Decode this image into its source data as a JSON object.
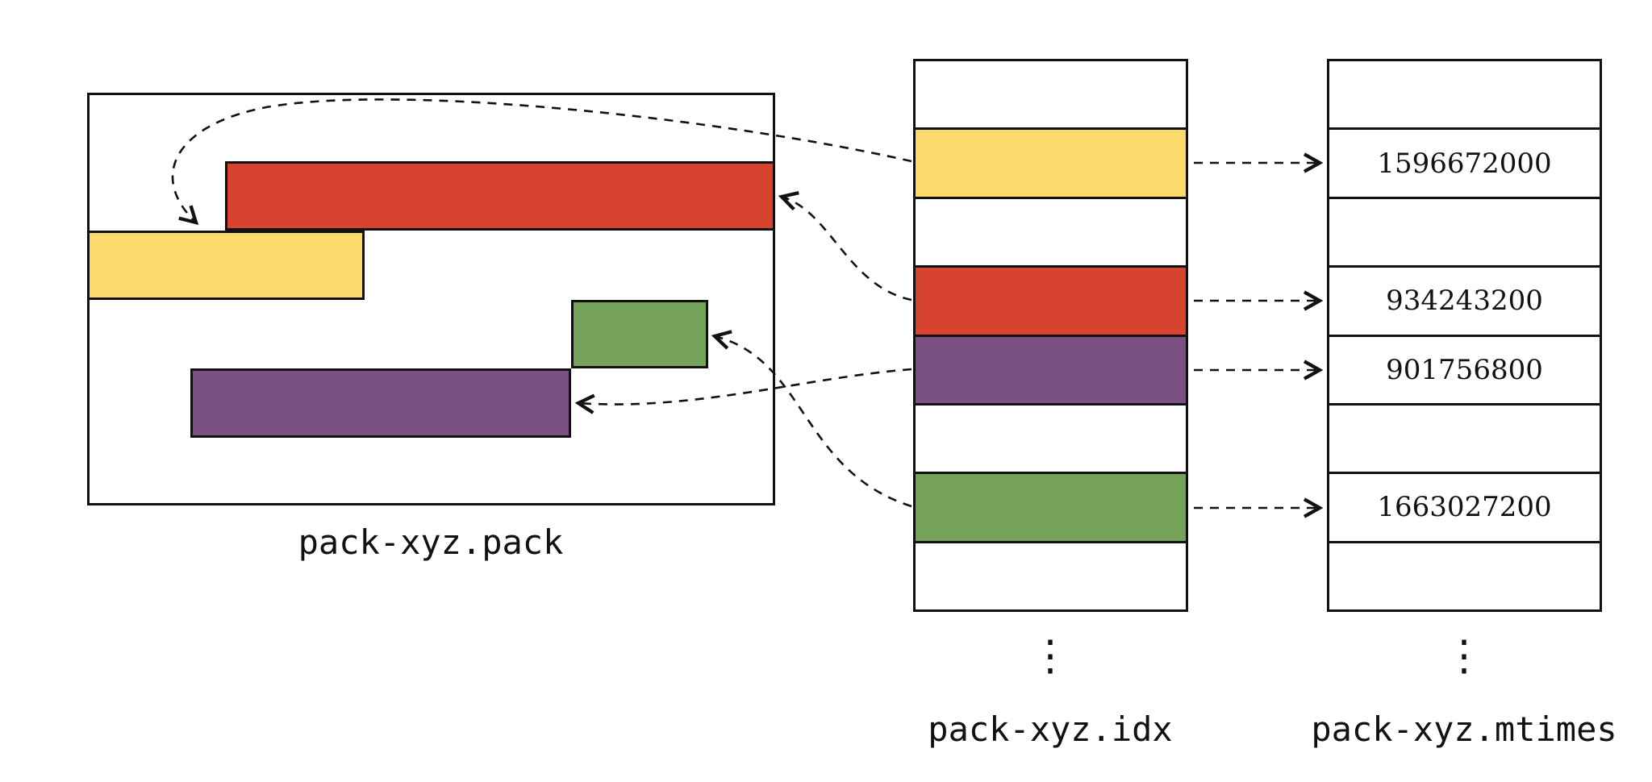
{
  "colors": {
    "yellow": "#FBD96B",
    "red": "#D8432F",
    "green": "#74A259",
    "purple": "#7A5083",
    "line": "#111111"
  },
  "pack": {
    "label": "pack-xyz.pack",
    "objects": [
      {
        "id": "red-object",
        "color": "#D8432F"
      },
      {
        "id": "yellow-object",
        "color": "#FBD96B"
      },
      {
        "id": "green-object",
        "color": "#74A259"
      },
      {
        "id": "purple-object",
        "color": "#7A5083"
      }
    ]
  },
  "idx": {
    "label": "pack-xyz.idx",
    "ellipsis": "⋮",
    "rows": [
      {
        "object": ""
      },
      {
        "object": "yellow"
      },
      {
        "object": ""
      },
      {
        "object": "red"
      },
      {
        "object": "purple"
      },
      {
        "object": ""
      },
      {
        "object": "green"
      },
      {
        "object": ""
      }
    ]
  },
  "mtimes": {
    "label": "pack-xyz.mtimes",
    "ellipsis": "⋮",
    "values": [
      "",
      "1596672000",
      "",
      "934243200",
      "901756800",
      "",
      "1663027200",
      ""
    ]
  }
}
